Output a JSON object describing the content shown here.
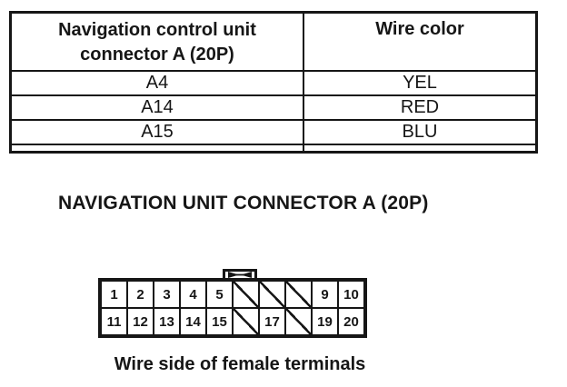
{
  "colors": {
    "ink": "#161616",
    "background": "#ffffff"
  },
  "wire_table": {
    "headers": [
      "Navigation control unit connector A (20P)",
      "Wire color"
    ],
    "rows": [
      [
        "A4",
        "YEL"
      ],
      [
        "A14",
        "RED"
      ],
      [
        "A15",
        "BLU"
      ]
    ]
  },
  "diagram": {
    "title": "NAVIGATION UNIT CONNECTOR A (20P)",
    "caption": "Wire side of female terminals",
    "connector": {
      "pin_rows": [
        [
          "1",
          "2",
          "3",
          "4",
          "5",
          null,
          null,
          null,
          "9",
          "10"
        ],
        [
          "11",
          "12",
          "13",
          "14",
          "15",
          null,
          "17",
          null,
          "19",
          "20"
        ]
      ],
      "blocked_style": "diagonal-slash"
    }
  }
}
